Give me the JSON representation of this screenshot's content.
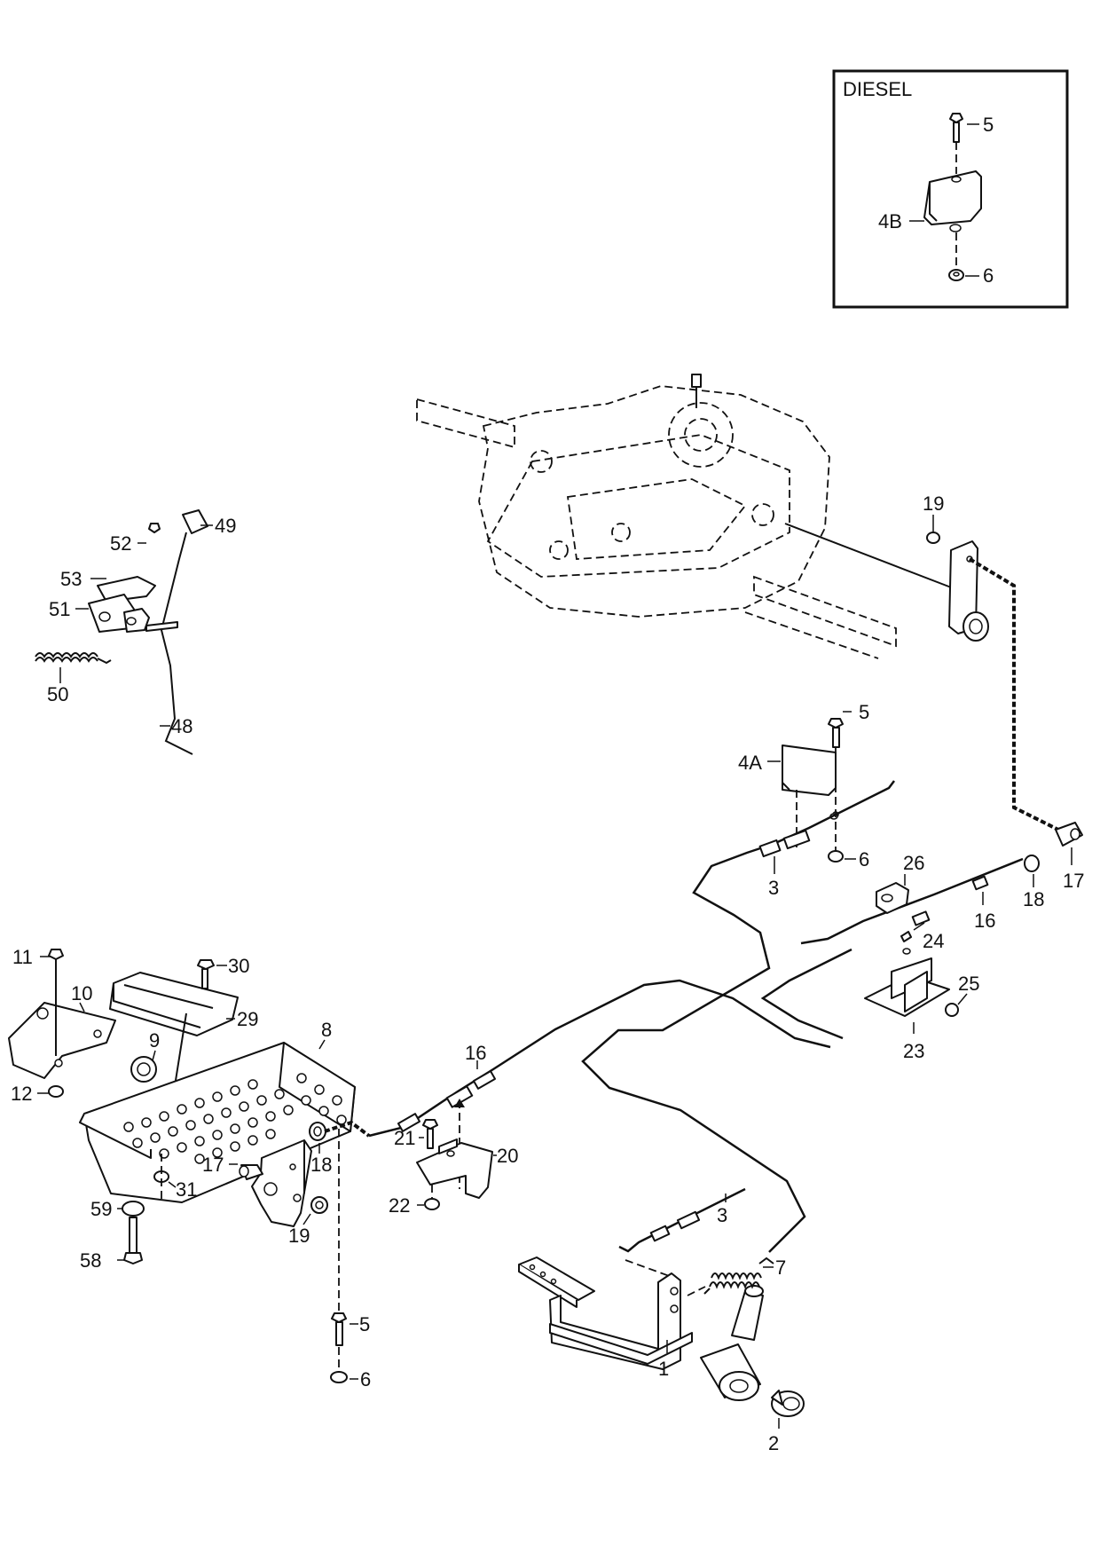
{
  "inset": {
    "title": "DIESEL"
  },
  "parts": {
    "p1": "1",
    "p2": "2",
    "p3a": "3",
    "p3b": "3",
    "p4a": "4A",
    "p4b": "4B",
    "p5_inset": "5",
    "p5_bracket": "5",
    "p5_lower": "5",
    "p6_inset": "6",
    "p6_bracket": "6",
    "p6_lower": "6",
    "p7": "7",
    "p8": "8",
    "p9": "9",
    "p10": "10",
    "p11": "11",
    "p12": "12",
    "p16a": "16",
    "p16b": "16",
    "p17a": "17",
    "p17b": "17",
    "p18a": "18",
    "p18b": "18",
    "p19a": "19",
    "p19b": "19",
    "p20": "20",
    "p21": "21",
    "p22": "22",
    "p23": "23",
    "p24": "24",
    "p25": "25",
    "p26": "26",
    "p29": "29",
    "p30": "30",
    "p31": "31",
    "p48": "48",
    "p49": "49",
    "p50": "50",
    "p51": "51",
    "p52": "52",
    "p53": "53",
    "p58": "58",
    "p59": "59"
  }
}
